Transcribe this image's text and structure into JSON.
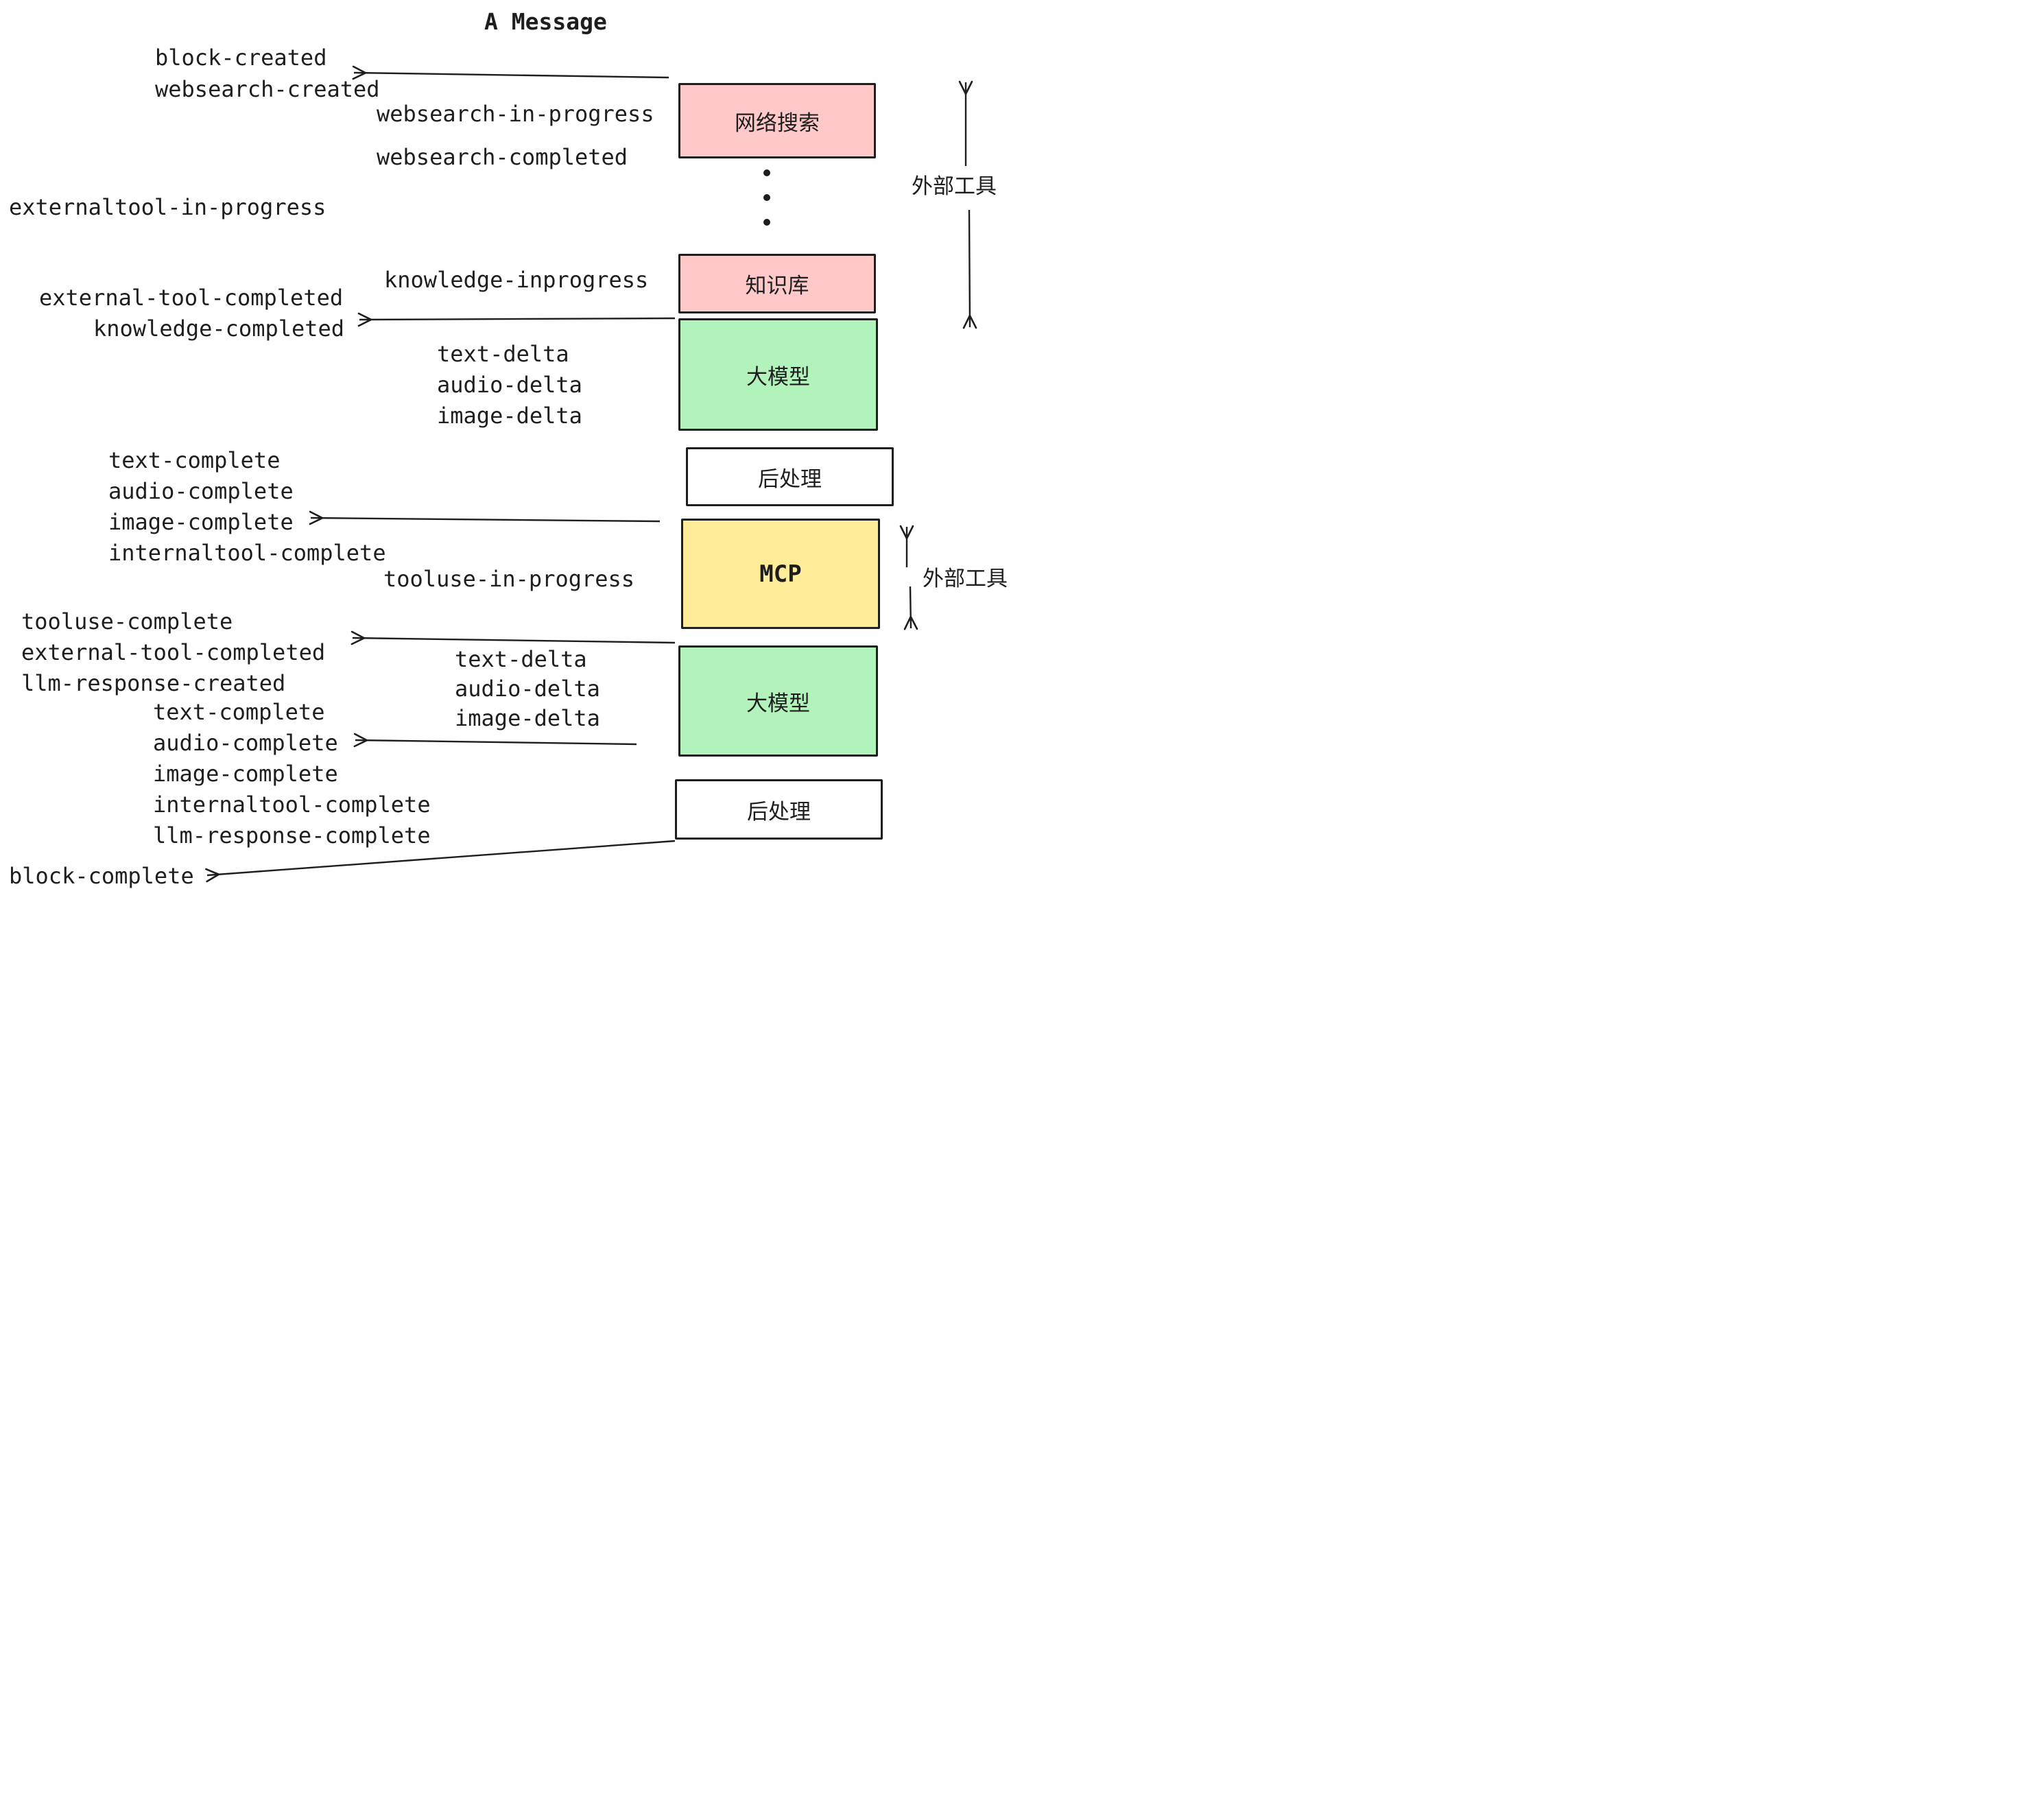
{
  "title": "A Message",
  "colors": {
    "ink": "#1e1e1e",
    "pink": "#ffc9c9",
    "green": "#b2f2bb",
    "yellow": "#ffec99",
    "white": "#ffffff"
  },
  "labels": {
    "block_created": "block-created",
    "websearch_created": "websearch-created",
    "websearch_in_progress": "websearch-in-progress",
    "websearch_completed": "websearch-completed",
    "externaltool_in_progress": "externaltool-in-progress",
    "knowledge_inprogress": "knowledge-inprogress",
    "external_tool_completed": "external-tool-completed",
    "knowledge_completed": "knowledge-completed",
    "text_delta": "text-delta",
    "audio_delta": "audio-delta",
    "image_delta": "image-delta",
    "text_complete": "text-complete",
    "audio_complete": "audio-complete",
    "image_complete": "image-complete",
    "internaltool_complete": "internaltool-complete",
    "tooluse_in_progress": "tooluse-in-progress",
    "tooluse_complete": "tooluse-complete",
    "llm_response_created": "llm-response-created",
    "llm_response_complete": "llm-response-complete",
    "block_complete": "block-complete",
    "external_tools": "外部工具"
  },
  "boxes": {
    "websearch": "网络搜索",
    "knowledge": "知识库",
    "llm": "大模型",
    "post": "后处理",
    "mcp": "MCP"
  }
}
